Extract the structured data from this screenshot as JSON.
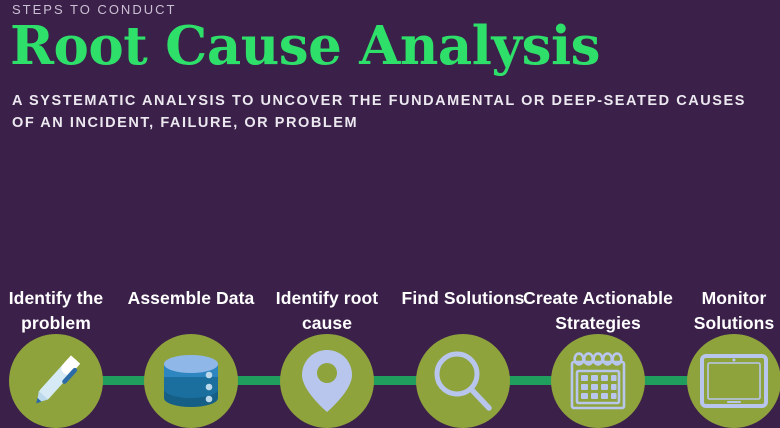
{
  "header": {
    "eyebrow": "STEPS TO CONDUCT",
    "title": "Root Cause Analysis",
    "subtitle": "A systematic analysis to uncover the fundamental or deep-seated causes of an incident, failure, or problem"
  },
  "colors": {
    "background": "#3b2049",
    "title_green": "#2ee06a",
    "connector_green": "#1f9e5d",
    "circle_olive": "#8fa33c",
    "icon_light_blue": "#b8c6ee",
    "eyebrow_lavender": "#cbc0d3",
    "label_white": "#ffffff",
    "database_top": "#8fb8e8",
    "database_band_1": "#2e86c1",
    "database_band_2": "#1b6f9e",
    "database_band_3": "#155f86",
    "pen_body": "#d6eaf5",
    "pen_clip": "#2b6ca8",
    "pen_cap": "#ffffff"
  },
  "steps": [
    {
      "index": 1,
      "label": "Identify the problem",
      "icon": "pen-icon"
    },
    {
      "index": 2,
      "label": "Assemble Data",
      "icon": "database-icon"
    },
    {
      "index": 3,
      "label": "Identify root cause",
      "icon": "map-pin-icon"
    },
    {
      "index": 4,
      "label": "Find Solutions",
      "icon": "magnifier-icon"
    },
    {
      "index": 5,
      "label": "Create Actionable Strategies",
      "icon": "calendar-icon"
    },
    {
      "index": 6,
      "label": "Monitor Solutions",
      "icon": "monitor-icon"
    }
  ]
}
